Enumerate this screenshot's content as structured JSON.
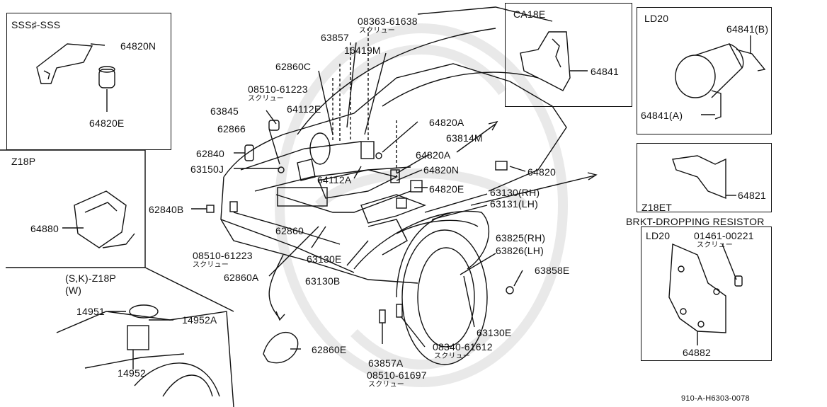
{
  "panels": {
    "sss_title": "SSS♯-SSS",
    "z18p_title": "Z18P",
    "skz18p_title": "(S,K)-Z18P",
    "skz18p_sub": "(W)",
    "ca18e_title": "CA18E",
    "ld20_top_title": "LD20",
    "z18et_title": "Z18ET",
    "brkt_caption": "BRKT-DROPPING RESISTOR",
    "ld20_bottom_title": "LD20"
  },
  "sub_screw": "スクリュー",
  "parts": {
    "p64820N_top": "64820N",
    "p64820E_top": "64820E",
    "p64880": "64880",
    "p14951": "14951",
    "p14952A": "14952A",
    "p14952": "14952",
    "p08363_61638": "08363-61638",
    "p63857": "63857",
    "p16419M": "16419M",
    "p62860C": "62860C",
    "p08510_61223_top": "08510-61223",
    "p63845": "63845",
    "p64112E": "64112E",
    "p62866": "62866",
    "p62840": "62840",
    "p63150J": "63150J",
    "p64112A": "64112A",
    "p62840B": "62840B",
    "p62860": "62860",
    "p08510_61223_bot": "08510-61223",
    "p63130E_mid": "63130E",
    "p62860A": "62860A",
    "p63130B": "63130B",
    "p64820A_1": "64820A",
    "p63814M": "63814M",
    "p64820A_2": "64820A",
    "p64820N_mid": "64820N",
    "p64820": "64820",
    "p64820E_mid": "64820E",
    "p63130RH": "63130(RH)",
    "p63131LH": "63131(LH)",
    "p63825RH": "63825(RH)",
    "p63826LH": "63826(LH)",
    "p63858E": "63858E",
    "p63130E_bot": "63130E",
    "p62860E": "62860E",
    "p08340_61612": "08340-61612",
    "p63857A": "63857A",
    "p08510_61697": "08510-61697",
    "p64841": "64841",
    "p64841B": "64841(B)",
    "p64841A": "64841(A)",
    "p64821": "64821",
    "p01461_00221": "01461-00221",
    "p64882": "64882"
  },
  "footer_code": "910-A-H6303-0078"
}
